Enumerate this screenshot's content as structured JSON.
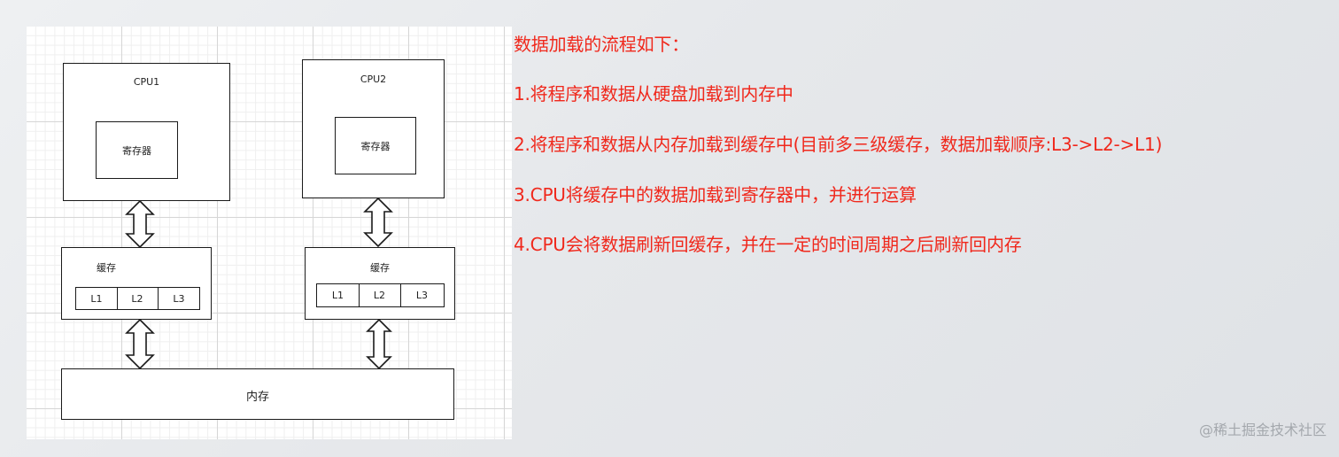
{
  "diagram": {
    "cpu1": {
      "title": "CPU1",
      "register_label": "寄存器"
    },
    "cpu2": {
      "title": "CPU2",
      "register_label": "寄存器"
    },
    "cache1": {
      "title": "缓存",
      "levels": [
        "L1",
        "L2",
        "L3"
      ]
    },
    "cache2": {
      "title": "缓存",
      "levels": [
        "L1",
        "L2",
        "L3"
      ]
    },
    "memory": {
      "label": "内存"
    }
  },
  "steps": {
    "heading": "数据加载的流程如下：",
    "items": [
      "1.将程序和数据从硬盘加载到内存中",
      "2.将程序和数据从内存加载到缓存中(目前多三级缓存，数据加载顺序:L3->L2->L1)",
      "3.CPU将缓存中的数据加载到寄存器中，并进行运算",
      "4.CPU会将数据刷新回缓存，并在一定的时间周期之后刷新回内存"
    ]
  },
  "watermark": "@稀土掘金技术社区",
  "colors": {
    "text_red": "#f0281c",
    "stroke": "#1a1a1a",
    "grid": "#d6d6d6",
    "watermark": "#a4a8ad"
  }
}
